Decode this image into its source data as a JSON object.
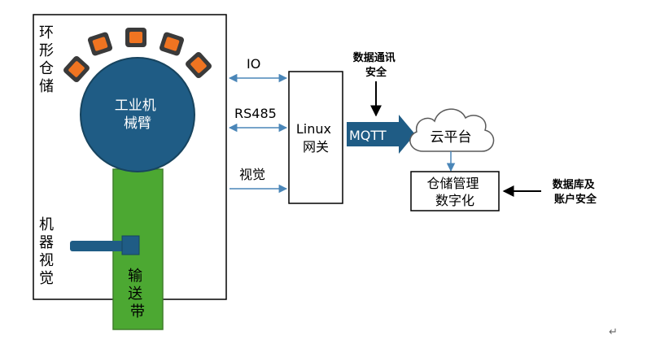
{
  "left_panel": {
    "storage_label": "环\n形\n仓\n储",
    "robot_arm_label": "工业机\n械臂",
    "vision_label": "机\n器\n视\n觉",
    "conveyor_label": "输\n送\n带"
  },
  "connections": {
    "io_label": "IO",
    "rs485_label": "RS485",
    "vision_link_label": "视觉"
  },
  "gateway": {
    "label": "Linux\n网关"
  },
  "mqtt": {
    "label": "MQTT"
  },
  "security_note": {
    "label": "数据通讯\n安全"
  },
  "cloud": {
    "label": "云平台"
  },
  "digital_box": {
    "label": "仓储管理\n数字化"
  },
  "db_note": {
    "label": "数据库及\n账户安全"
  },
  "footer_mark": {
    "label": "↵"
  },
  "colors": {
    "arm_blue": "#1f5c85",
    "arm_border": "#17445f",
    "conveyor_green": "#4ca832",
    "conveyor_border": "#3e7f2a",
    "orange": "#f07421",
    "slot_dark": "#3a3a3a",
    "mqtt_fill": "#1f5c85",
    "link_blue": "#4a86b8",
    "vision_blue": "#1f5c85"
  }
}
